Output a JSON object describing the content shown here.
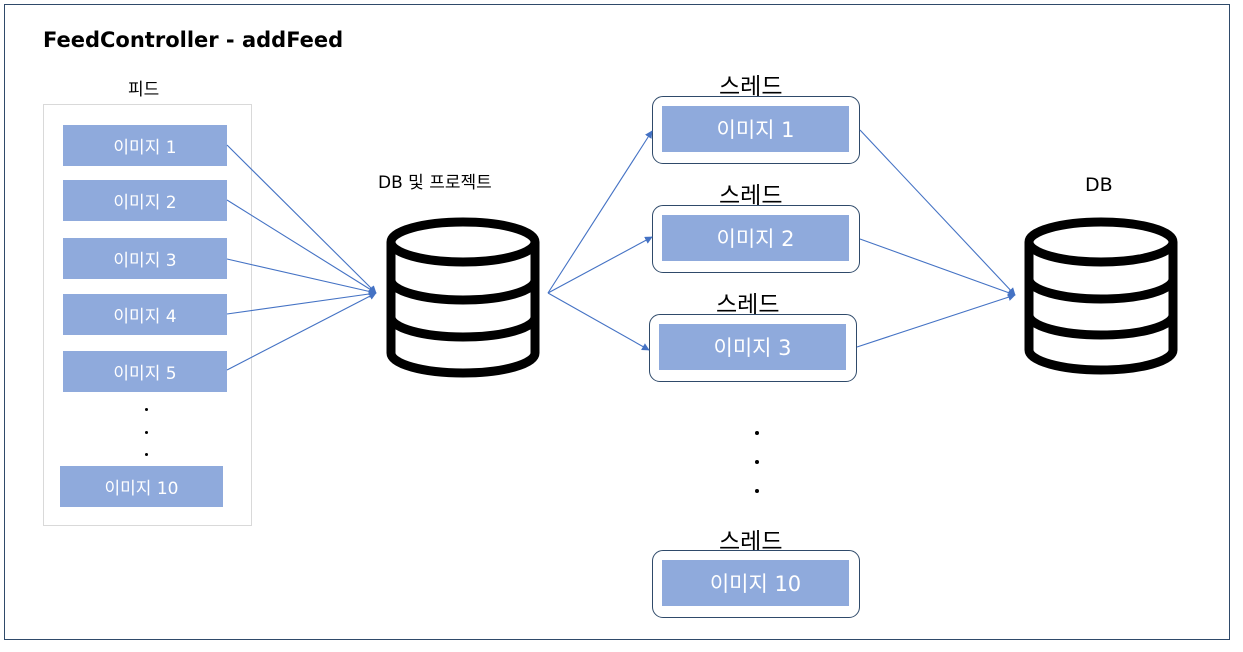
{
  "title": "FeedController - addFeed",
  "feed": {
    "label": "피드",
    "images": [
      "이미지 1",
      "이미지 2",
      "이미지 3",
      "이미지 4",
      "이미지 5"
    ],
    "last_image": "이미지 10"
  },
  "db_project_label": "DB 및 프로젝트",
  "threads": [
    {
      "label": "스레드",
      "image": "이미지 1"
    },
    {
      "label": "스레드",
      "image": "이미지 2"
    },
    {
      "label": "스레드",
      "image": "이미지 3"
    },
    {
      "label": "스레드",
      "image": "이미지 10"
    }
  ],
  "db_label": "DB",
  "colors": {
    "box_fill": "#8faadc",
    "arrow": "#4472c4",
    "border": "#2f4a6a"
  },
  "icons": [
    "database-icon",
    "database-icon"
  ]
}
